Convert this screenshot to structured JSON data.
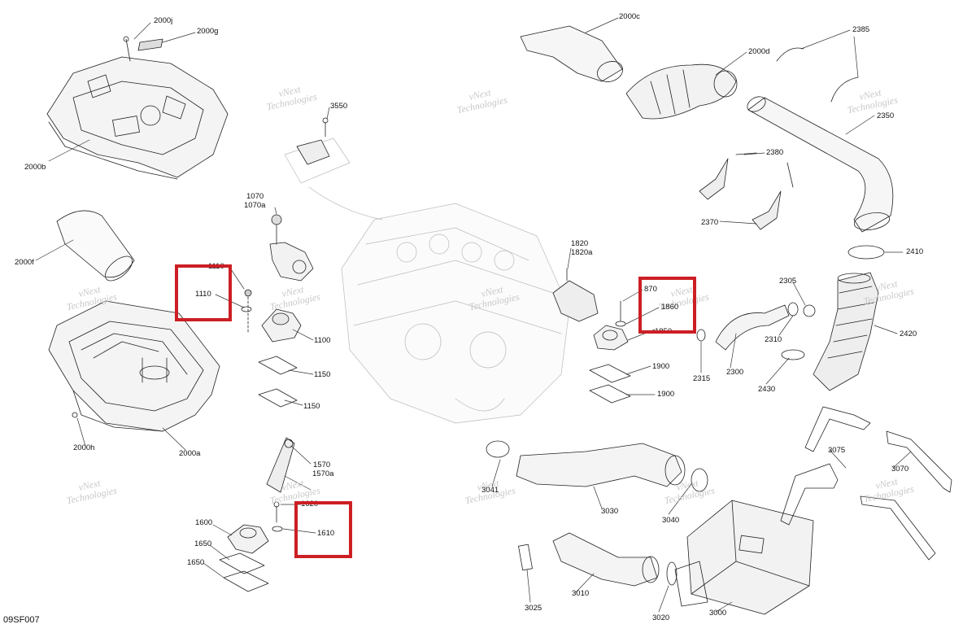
{
  "diagram": {
    "code": "09SF007",
    "highlight_color": "#cc1f24",
    "watermark": {
      "line1": "vNext",
      "line2": "Technologies",
      "inline": "vNext Technologies"
    },
    "labels": {
      "p2000j": "2000j",
      "p2000g": "2000g",
      "p2000b": "2000b",
      "p2000c": "2000c",
      "p2000d": "2000d",
      "p2000f": "2000f",
      "p2000h": "2000h",
      "p2000a": "2000a",
      "p3550": "3550",
      "p1070": "1070",
      "p1070a": "1070a",
      "p1110top": "1110",
      "p1110": "1110",
      "p1100": "1100",
      "p1150a": "1150",
      "p1150b": "1150",
      "p1570": "1570",
      "p1570a": "1570a",
      "p1600": "1600",
      "p1610top": "1620",
      "p1610": "1610",
      "p1650a": "1650",
      "p1650b": "1650",
      "p1820": "1820",
      "p1820a": "1820a",
      "p870": "870",
      "p1860": "1860",
      "p1850": "1850",
      "p1900a": "1900",
      "p1900b": "1900",
      "p2385": "2385",
      "p2350": "2350",
      "p2380": "2380",
      "p2370": "2370",
      "p2410": "2410",
      "p2305": "2305",
      "p2310": "2310",
      "p2300": "2300",
      "p2315": "2315",
      "p2420": "2420",
      "p2430": "2430",
      "p3041": "3041",
      "p3030": "3030",
      "p3040": "3040",
      "p3075": "3075",
      "p3070": "3070",
      "p3025": "3025",
      "p3010": "3010",
      "p3020": "3020",
      "p3000": "3000"
    }
  }
}
